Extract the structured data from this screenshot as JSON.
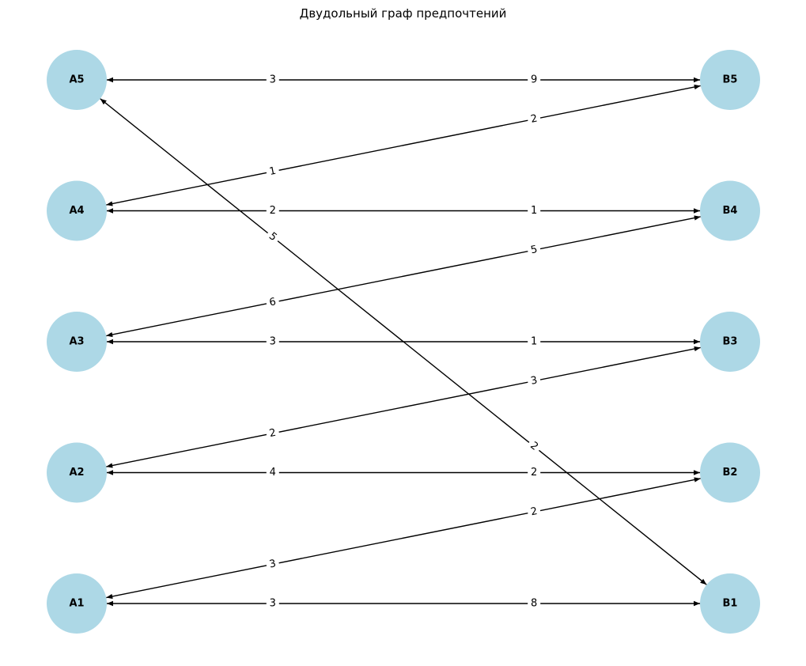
{
  "title": "Двудольный граф предпочтений",
  "nodes": {
    "left": [
      "A1",
      "A2",
      "A3",
      "A4",
      "A5"
    ],
    "right": [
      "B1",
      "B2",
      "B3",
      "B4",
      "B5"
    ]
  },
  "colors": {
    "node": "#add8e6",
    "edge": "#000000"
  },
  "edges": [
    {
      "a": "A5",
      "b": "B5",
      "a_weight": "3",
      "b_weight": "9"
    },
    {
      "a": "A4",
      "b": "B5",
      "a_weight": "1",
      "b_weight": "2"
    },
    {
      "a": "A4",
      "b": "B4",
      "a_weight": "2",
      "b_weight": "1"
    },
    {
      "a": "A3",
      "b": "B4",
      "a_weight": "6",
      "b_weight": "5"
    },
    {
      "a": "A3",
      "b": "B3",
      "a_weight": "3",
      "b_weight": "1"
    },
    {
      "a": "A2",
      "b": "B3",
      "a_weight": "2",
      "b_weight": "3"
    },
    {
      "a": "A2",
      "b": "B2",
      "a_weight": "4",
      "b_weight": "2"
    },
    {
      "a": "A1",
      "b": "B2",
      "a_weight": "3",
      "b_weight": "2"
    },
    {
      "a": "A1",
      "b": "B1",
      "a_weight": "3",
      "b_weight": "8"
    },
    {
      "a": "A5",
      "b": "B1",
      "a_weight": "5",
      "b_weight": "2"
    }
  ]
}
